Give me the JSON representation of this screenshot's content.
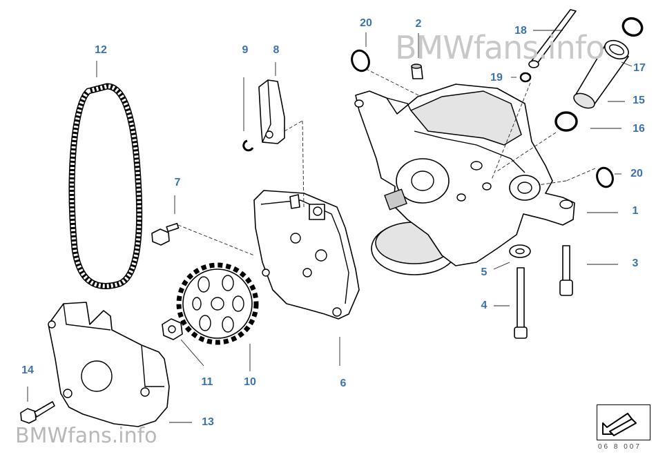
{
  "watermark": {
    "top": "BMWfans.info",
    "bottom": "BMWfans.info"
  },
  "diagram_code": "06 8 007",
  "callouts": {
    "c1": "1",
    "c2": "2",
    "c3": "3",
    "c4": "4",
    "c5": "5",
    "c6": "6",
    "c7": "7",
    "c8": "8",
    "c9": "9",
    "c10": "10",
    "c11": "11",
    "c12": "12",
    "c13": "13",
    "c14": "14",
    "c15": "15",
    "c16": "16",
    "c17": "17",
    "c18": "18",
    "c19": "19",
    "c20a": "20",
    "c20b": "20"
  },
  "colors": {
    "callout": "#3a72b0",
    "watermark": "#c8c8c8"
  },
  "nav_icon": "arrow-back-icon"
}
